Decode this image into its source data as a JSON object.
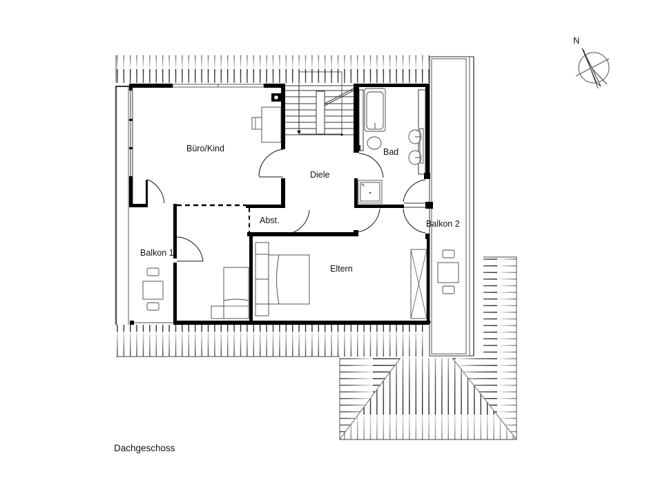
{
  "plan": {
    "title": "Dachgeschoss",
    "north_label": "N",
    "rooms": [
      {
        "id": "buero",
        "label": "Büro/Kind"
      },
      {
        "id": "diele",
        "label": "Diele"
      },
      {
        "id": "bad",
        "label": "Bad"
      },
      {
        "id": "abst",
        "label": "Abst."
      },
      {
        "id": "balkon1",
        "label": "Balkon 1"
      },
      {
        "id": "eltern",
        "label": "Eltern"
      },
      {
        "id": "balkon2",
        "label": "Balkon 2"
      }
    ],
    "colors": {
      "wall": "#000000",
      "line": "#333333",
      "background": "#ffffff"
    }
  }
}
